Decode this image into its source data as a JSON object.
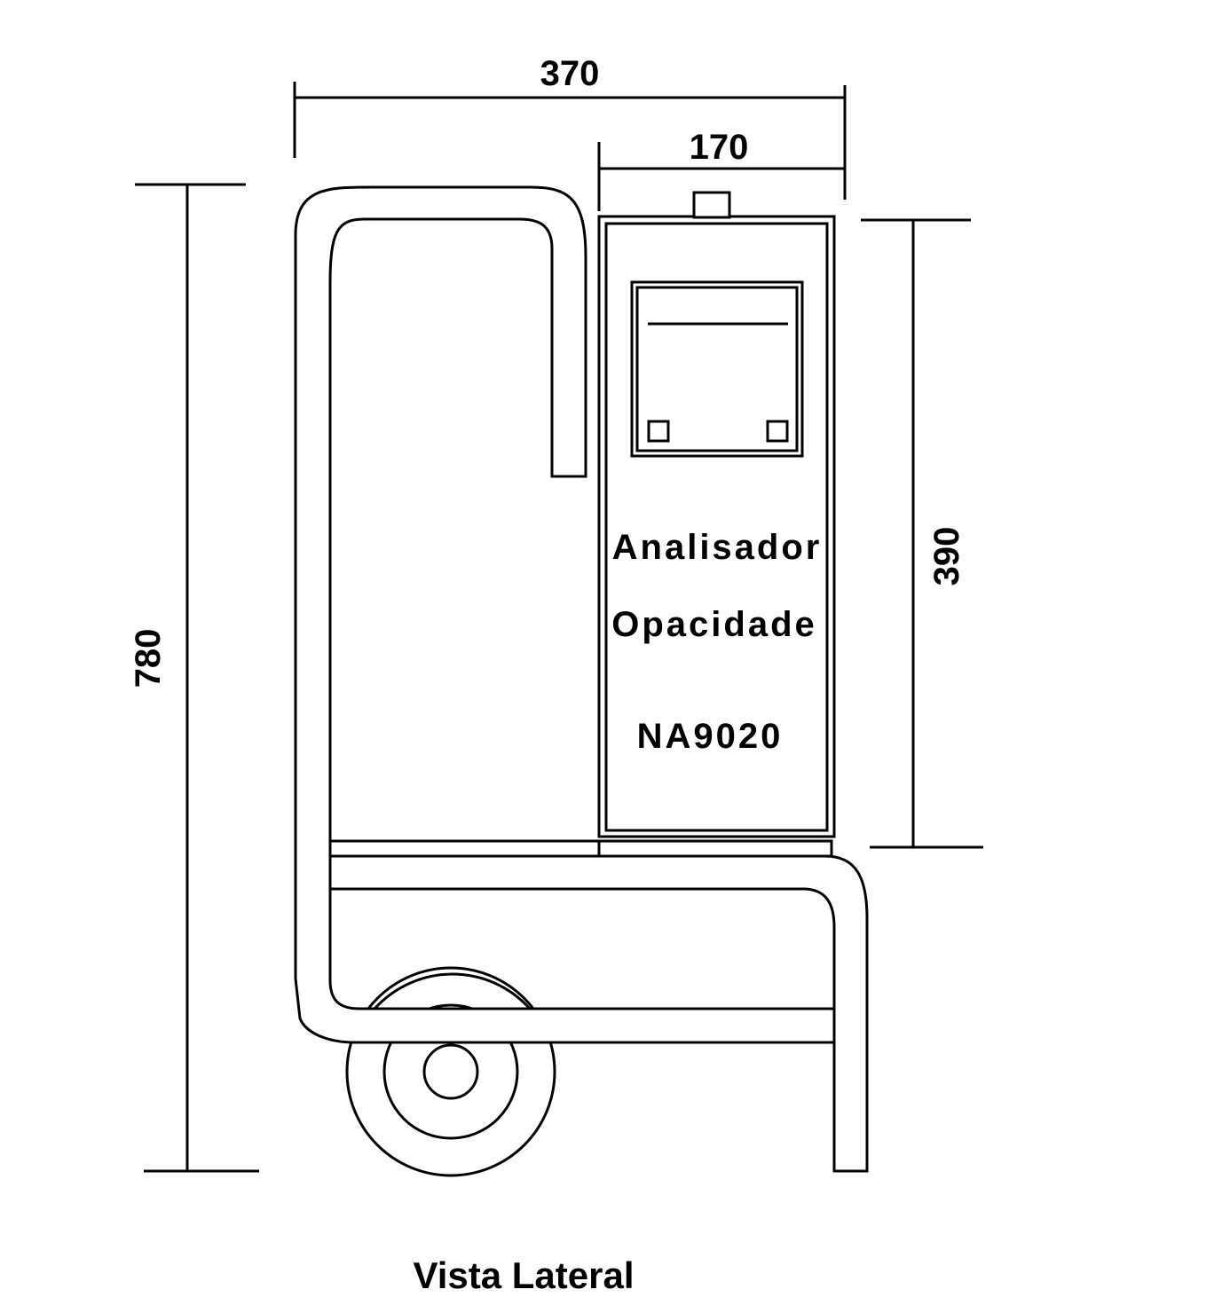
{
  "dimensions": {
    "overall_width": "370",
    "analyzer_width": "170",
    "overall_height": "780",
    "analyzer_height": "390"
  },
  "device": {
    "line1": "Analisador",
    "line2": "Opacidade",
    "model": "NA9020"
  },
  "caption": "Vista Lateral"
}
